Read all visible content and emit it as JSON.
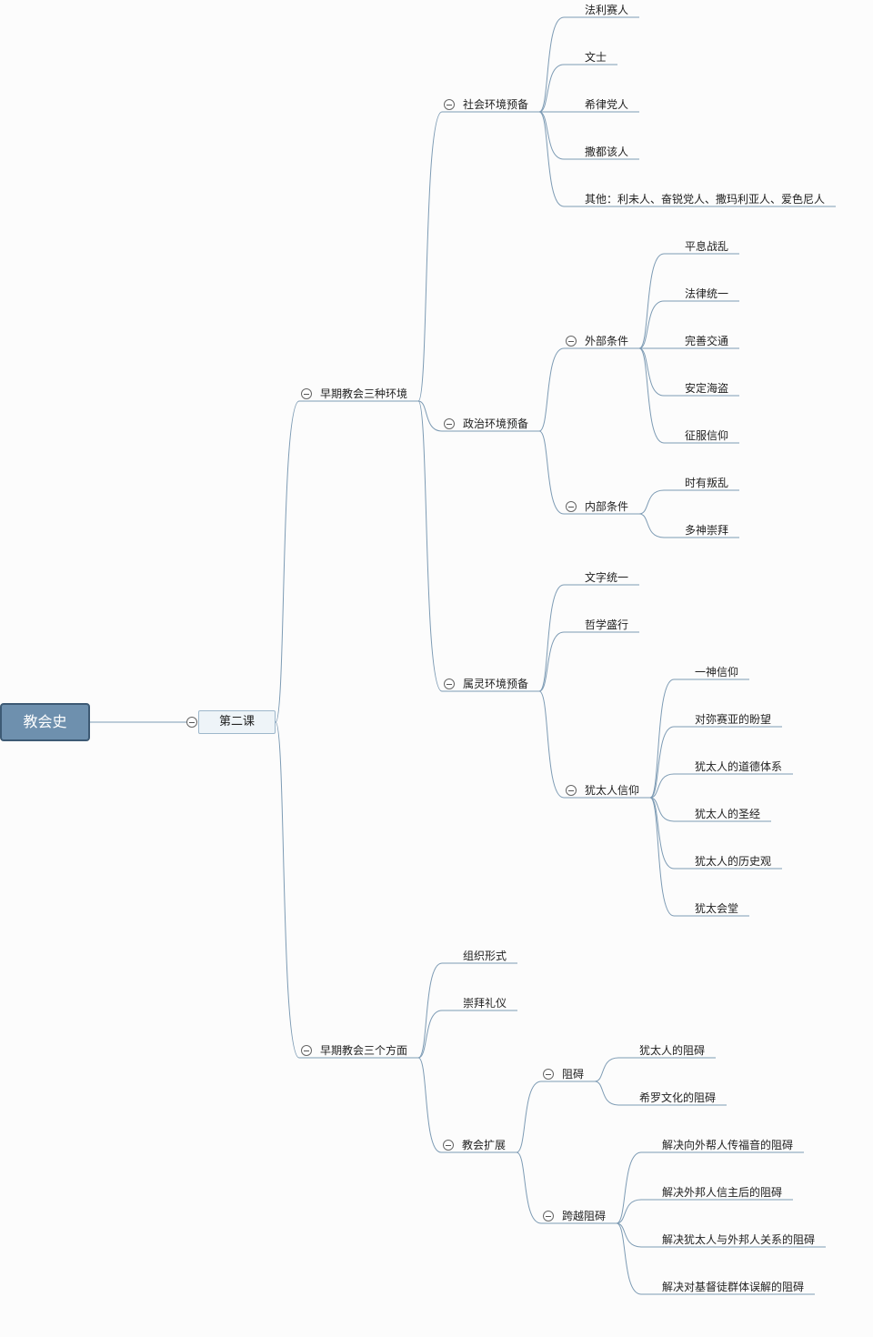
{
  "root": "教会史",
  "lesson": "第二课",
  "env_branch": {
    "title": "早期教会三种环境",
    "social": {
      "title": "社会环境预备",
      "items": [
        "法利赛人",
        "文士",
        "希律党人",
        "撒都该人",
        "其他：利未人、奋锐党人、撒玛利亚人、爱色尼人"
      ]
    },
    "political": {
      "title": "政治环境预备",
      "external": {
        "title": "外部条件",
        "items": [
          "平息战乱",
          "法律统一",
          "完善交通",
          "安定海盗",
          "征服信仰"
        ]
      },
      "internal": {
        "title": "内部条件",
        "items": [
          "时有叛乱",
          "多神崇拜"
        ]
      }
    },
    "spiritual": {
      "title": "属灵环境预备",
      "items": [
        "文字统一",
        "哲学盛行"
      ],
      "jewish": {
        "title": "犹太人信仰",
        "items": [
          "一神信仰",
          "对弥赛亚的盼望",
          "犹太人的道德体系",
          "犹太人的圣经",
          "犹太人的历史观",
          "犹太会堂"
        ]
      }
    }
  },
  "aspects_branch": {
    "title": "早期教会三个方面",
    "items": [
      "组织形式",
      "崇拜礼仪"
    ],
    "expansion": {
      "title": "教会扩展",
      "obstacles": {
        "title": "阻碍",
        "items": [
          "犹太人的阻碍",
          "希罗文化的阻碍"
        ]
      },
      "crossing": {
        "title": "跨越阻碍",
        "items": [
          "解决向外帮人传福音的阻碍",
          "解决外邦人信主后的阻碍",
          "解决犹太人与外邦人关系的阻碍",
          "解决对基督徒群体误解的阻碍"
        ]
      }
    }
  },
  "colors": {
    "line": "#7d9bb4",
    "root_fill": "#6e90ae",
    "root_border": "#3d5a74",
    "lesson_fill": "#eef4f8"
  }
}
